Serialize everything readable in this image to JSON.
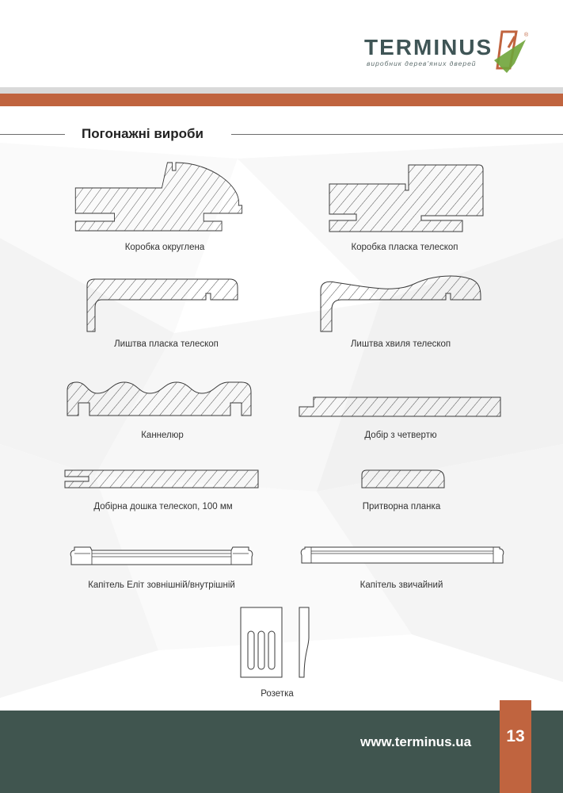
{
  "brand": {
    "name": "TERMINUS",
    "registered": "®",
    "tagline": "виробник дерев'яних дверей"
  },
  "section": {
    "title": "Погонажні вироби"
  },
  "products": [
    {
      "icon": "box-rounded-profile-icon",
      "caption": "Коробка округлена"
    },
    {
      "icon": "box-flat-telescope-profile-icon",
      "caption": "Коробка пласка телескоп"
    },
    {
      "icon": "casing-flat-telescope-profile-icon",
      "caption": "Лиштва пласка телескоп"
    },
    {
      "icon": "casing-wave-telescope-profile-icon",
      "caption": "Лиштва хвиля телескоп"
    },
    {
      "icon": "fluted-casing-profile-icon",
      "caption": "Каннелюр"
    },
    {
      "icon": "extension-rebated-profile-icon",
      "caption": "Добір з четвертю"
    },
    {
      "icon": "extension-board-telescope-profile-icon",
      "caption": "Добірна дошка телескоп, 100 мм"
    },
    {
      "icon": "door-stop-strip-profile-icon",
      "caption": "Притворна планка"
    },
    {
      "icon": "capital-elite-profile-icon",
      "caption": "Капітель Еліт зовнішній/внутрішній"
    },
    {
      "icon": "capital-regular-profile-icon",
      "caption": "Капітель звичайний"
    },
    {
      "icon": "rosette-icon",
      "caption": "Розетка"
    }
  ],
  "footer": {
    "url": "www.terminus.ua",
    "page_number": "13"
  },
  "colors": {
    "accent": "#c0643f",
    "footer": "#40554f",
    "brand_text": "#3f5556",
    "logo_green": "#6fa43a",
    "profile_stroke": "#3a3a3a"
  }
}
